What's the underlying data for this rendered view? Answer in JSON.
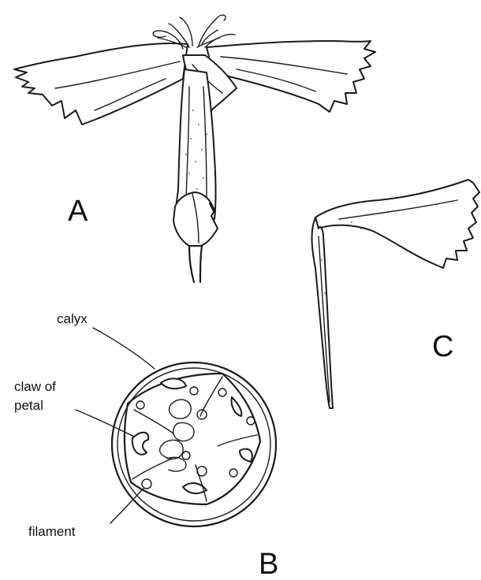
{
  "figure": {
    "panel_labels": {
      "a": "A",
      "b": "B",
      "c": "C"
    },
    "annotations": {
      "calyx": "calyx",
      "claw_line1": "claw of",
      "claw_line2": "petal",
      "filament": "filament"
    }
  }
}
